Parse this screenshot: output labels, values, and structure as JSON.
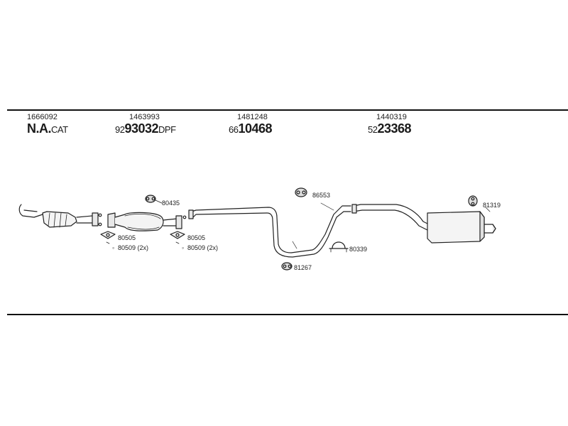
{
  "parts": [
    {
      "ref": "1666092",
      "code_main": "N.A.",
      "code_suffix": "CAT"
    },
    {
      "ref": "1463993",
      "code_prefix": "92",
      "code_main": "93032",
      "code_suffix": "DPF"
    },
    {
      "ref": "1481248",
      "code_prefix": "66",
      "code_main": "10468"
    },
    {
      "ref": "1440319",
      "code_prefix": "52",
      "code_main": "23368"
    }
  ],
  "callouts": {
    "c80435": "80435",
    "c80505_a": "80505",
    "c80509_a": "80509 (2x)",
    "c80505_b": "80505",
    "c80509_b": "80509 (2x)",
    "c86553": "86553",
    "c80339": "80339",
    "c81267": "81267",
    "c81319": "81319"
  }
}
